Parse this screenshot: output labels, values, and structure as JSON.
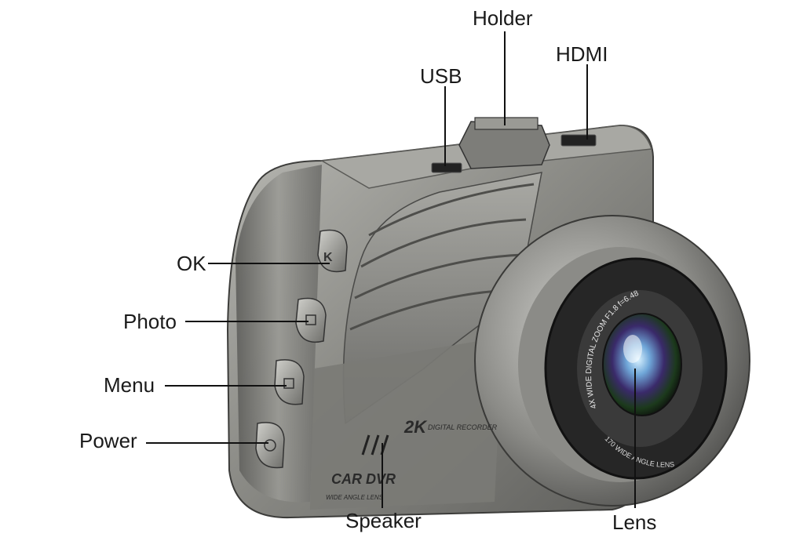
{
  "labels": {
    "holder": "Holder",
    "hdmi": "HDMI",
    "usb": "USB",
    "ok": "OK",
    "photo": "Photo",
    "menu": "Menu",
    "power": "Power",
    "speaker": "Speaker",
    "lens": "Lens"
  },
  "device_print": {
    "badge": "2K",
    "badge_sub": "DIGITAL RECORDER",
    "brand": "CAR DVR",
    "brand_sub": "WIDE ANGLE LENS",
    "lens_ring_text": "4X WIDE DIGITAL ZOOM F1.8 f=6.48",
    "lens_ring_text_lower": "170 WIDE ANGLE LENS"
  },
  "colors": {
    "body": "#8a8a86",
    "body_dark": "#4a4a48",
    "lens_ring": "#2a2a2a",
    "leader_line": "#111111"
  }
}
